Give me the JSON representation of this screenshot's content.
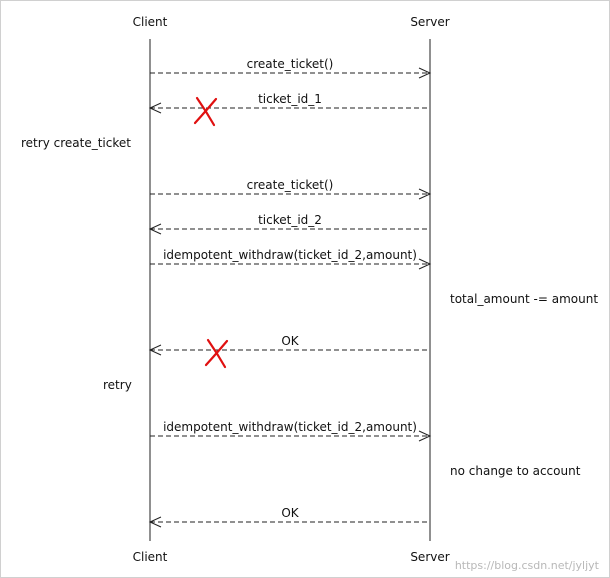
{
  "participants": {
    "left": "Client",
    "right": "Server"
  },
  "messages": [
    {
      "label": "create_ticket()",
      "direction": "right"
    },
    {
      "label": "ticket_id_1",
      "direction": "left",
      "lost": true
    },
    {
      "label": "create_ticket()",
      "direction": "right"
    },
    {
      "label": "ticket_id_2",
      "direction": "left"
    },
    {
      "label": "idempotent_withdraw(ticket_id_2,amount)",
      "direction": "right"
    },
    {
      "label": "OK",
      "direction": "left",
      "lost": true
    },
    {
      "label": "idempotent_withdraw(ticket_id_2,amount)",
      "direction": "right"
    },
    {
      "label": "OK",
      "direction": "left"
    }
  ],
  "notes": {
    "retry_create": "retry create_ticket",
    "server_debit": "total_amount -= amount",
    "retry": "retry",
    "no_change": "no change to account"
  },
  "watermark": "https://blog.csdn.net/jyljyt",
  "colors": {
    "line": "#222222",
    "lost_mark": "#e01010",
    "watermark": "#b8b8b8"
  }
}
